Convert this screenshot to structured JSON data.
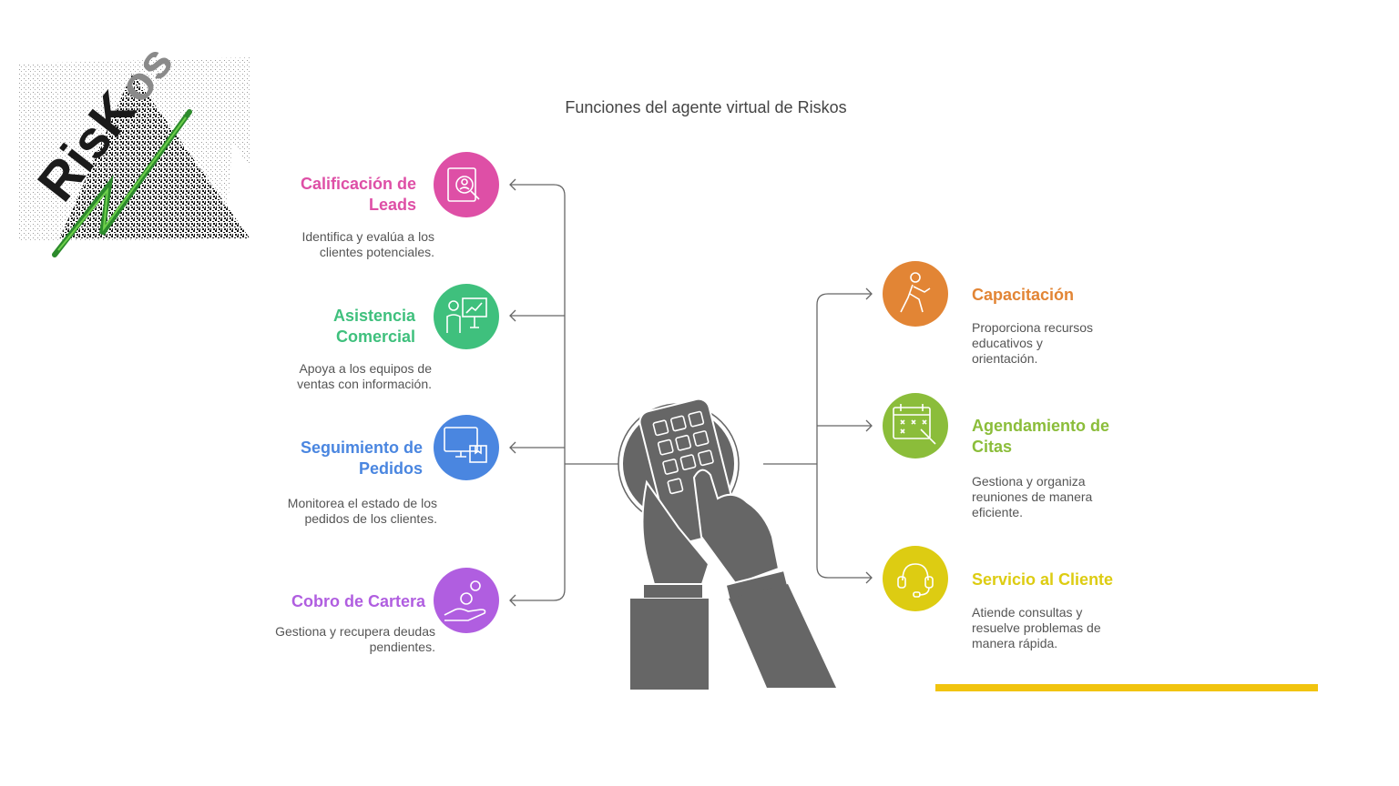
{
  "title": "Funciones del agente virtual de Riskos",
  "logo": {
    "text": "RisKos",
    "icon": "riskos-logo"
  },
  "colors": {
    "pink": "#de4fa6",
    "green": "#3fc07d",
    "blue": "#4a86e0",
    "purple": "#b05ee0",
    "orange": "#e28535",
    "lime": "#8bbd3a",
    "yellow": "#ddcc12",
    "bar": "#f1c40f",
    "grey": "#666666"
  },
  "left_items": [
    {
      "title": "Calificación de Leads",
      "desc": "Identifica y evalúa a los clientes potenciales.",
      "icon": "lead-search-icon",
      "color": "#de4fa6"
    },
    {
      "title": "Asistencia Comercial",
      "desc": "Apoya a los equipos de ventas con información.",
      "icon": "presentation-icon",
      "color": "#3fc07d"
    },
    {
      "title": "Seguimiento de Pedidos",
      "desc": "Monitorea el estado de los pedidos de los clientes.",
      "icon": "monitor-package-icon",
      "color": "#4a86e0"
    },
    {
      "title": "Cobro de Cartera",
      "desc": "Gestiona y recupera deudas pendientes.",
      "icon": "hand-coins-icon",
      "color": "#b05ee0"
    }
  ],
  "right_items": [
    {
      "title": "Capacitación",
      "desc": "Proporciona recursos educativos y orientación.",
      "icon": "person-training-icon",
      "color": "#e28535"
    },
    {
      "title": "Agendamiento de Citas",
      "desc": "Gestiona y organiza reuniones de manera eficiente.",
      "icon": "calendar-icon",
      "color": "#8bbd3a"
    },
    {
      "title": "Servicio al Cliente",
      "desc": "Atiende consultas y resuelve problemas de manera rápida.",
      "icon": "headset-icon",
      "color": "#ddcc12"
    }
  ],
  "center_icon": "hands-calculator-icon"
}
